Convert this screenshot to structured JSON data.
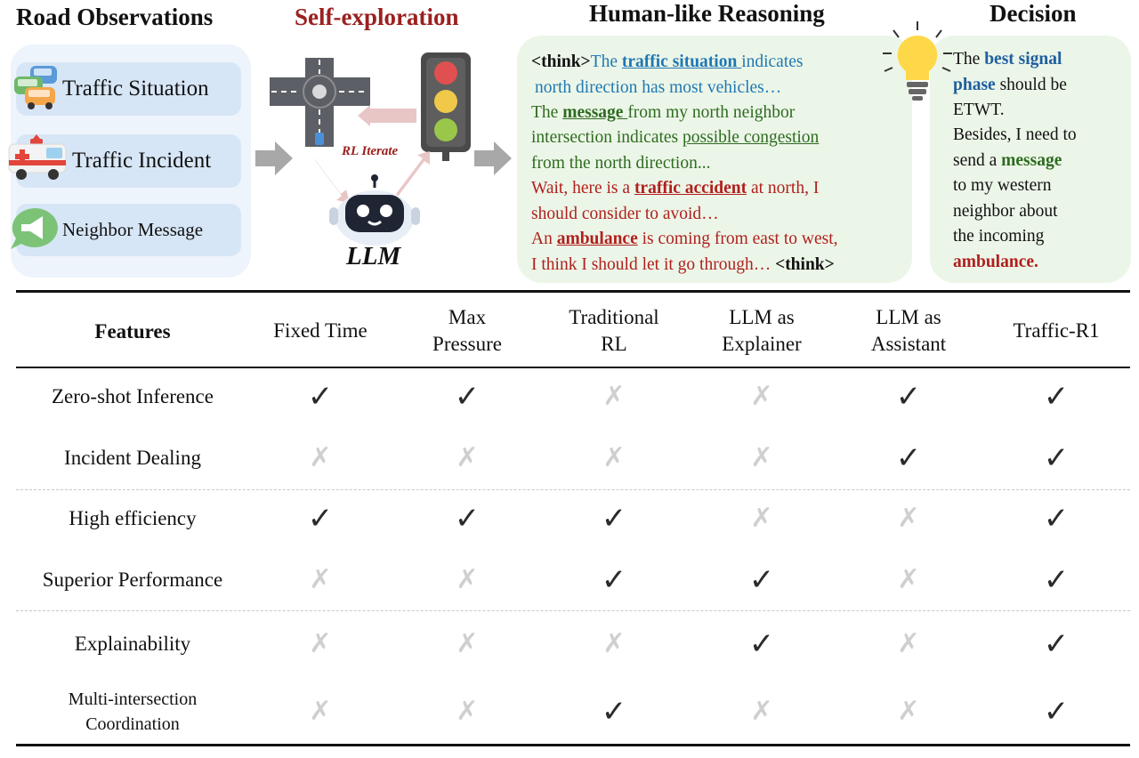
{
  "sections": {
    "road_observations": "Road Observations",
    "self_exploration": "Self-exploration",
    "human_reasoning": "Human-like Reasoning",
    "decision": "Decision"
  },
  "observations": [
    "Traffic Situation",
    "Traffic Incident",
    "Neighbor Message"
  ],
  "self_exploration": {
    "loop_label": "RL Iterate",
    "agent_label": "LLM"
  },
  "reasoning": {
    "think_open": "<think>",
    "think_close": "<think>",
    "l1a": "The ",
    "l1b": "traffic situation ",
    "l1c": "indicates",
    "l2": "north direction has most vehicles…",
    "l3a": "The ",
    "l3b": "message ",
    "l3c": "from my north neighbor",
    "l4a": "intersection indicates ",
    "l4b": "possible congestion",
    "l5": "from the north direction...",
    "l6a": "Wait, here is a ",
    "l6b": "traffic accident",
    "l6c": " at north, I",
    "l7": "should consider to avoid…",
    "l8a": "An ",
    "l8b": "ambulance",
    "l8c": " is coming from east to west,",
    "l9": "I think I should let it go through… "
  },
  "decision": {
    "d1a": "The ",
    "d1b": "best signal",
    "d2a": "phase",
    "d2b": " should be",
    "d3": "ETWT.",
    "d4": "Besides, I need to",
    "d5a": "send a ",
    "d5b": "message",
    "d6": "to my western",
    "d7": "neighbor about",
    "d8": "the incoming",
    "d9": "ambulance."
  },
  "table": {
    "features_header": "Features",
    "columns": [
      [
        "Fixed Time"
      ],
      [
        "Max",
        "Pressure"
      ],
      [
        "Traditional",
        "RL"
      ],
      [
        "LLM as",
        "Explainer"
      ],
      [
        "LLM as",
        "Assistant"
      ],
      [
        "Traffic-R1"
      ]
    ],
    "rows": [
      {
        "label": [
          "Zero-shot Inference"
        ],
        "values": [
          true,
          true,
          false,
          false,
          true,
          true
        ]
      },
      {
        "label": [
          "Incident Dealing"
        ],
        "values": [
          false,
          false,
          false,
          false,
          true,
          true
        ]
      },
      {
        "label": [
          "High efficiency"
        ],
        "values": [
          true,
          true,
          true,
          false,
          false,
          true
        ]
      },
      {
        "label": [
          "Superior Performance"
        ],
        "values": [
          false,
          false,
          true,
          true,
          false,
          true
        ]
      },
      {
        "label": [
          "Explainability"
        ],
        "values": [
          false,
          false,
          false,
          true,
          false,
          true
        ]
      },
      {
        "label": [
          "Multi-intersection",
          "Coordination"
        ],
        "values": [
          false,
          false,
          true,
          false,
          false,
          true
        ]
      }
    ],
    "check_glyph": "✓",
    "cross_glyph": "✗"
  },
  "colors": {
    "self_exploration_title": "#9b2020",
    "reasoning_blue": "#1f78b4",
    "reasoning_green": "#2e6b20",
    "reasoning_red": "#b0201e",
    "panel_green": "#ecf6e8",
    "panel_blue": "#eef4fb"
  }
}
